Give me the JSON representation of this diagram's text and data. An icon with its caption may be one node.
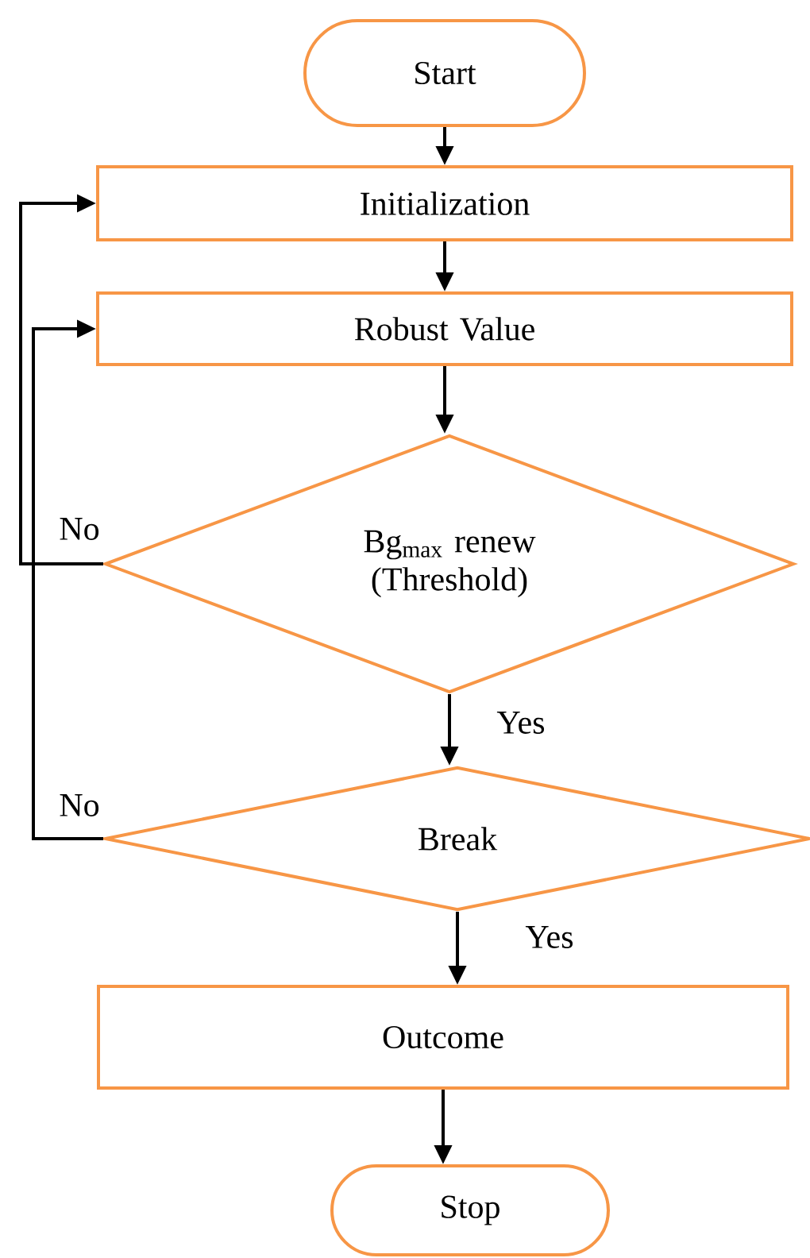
{
  "diagram": {
    "nodes": [
      {
        "text": [
          "Start"
        ]
      },
      {
        "text": [
          "Initialization"
        ]
      },
      {
        "text": [
          "Robust Value"
        ]
      },
      {
        "text": [
          "Bg$_{max}$ renew (Threshold)"
        ]
      },
      {
        "text": [
          "Break"
        ]
      },
      {
        "text": [
          "Outcome"
        ]
      },
      {
        "text": [
          "Stop"
        ]
      }
    ],
    "edges": [
      {
        "from": 0,
        "to": 1,
        "arrow": "to"
      },
      {
        "from": 1,
        "to": 2,
        "arrow": "to"
      },
      {
        "from": 2,
        "to": 3,
        "arrow": "to"
      },
      {
        "from": 3,
        "to": 4,
        "arrow": "to",
        "label": "Yes"
      },
      {
        "from": 4,
        "to": 5,
        "arrow": "to",
        "label": "Yes"
      },
      {
        "from": 5,
        "to": 6,
        "arrow": "to"
      },
      {
        "from": 3,
        "to": 1,
        "arrow": "to",
        "label": "No"
      },
      {
        "from": 4,
        "to": 2,
        "arrow": "to",
        "label": "No"
      }
    ]
  }
}
